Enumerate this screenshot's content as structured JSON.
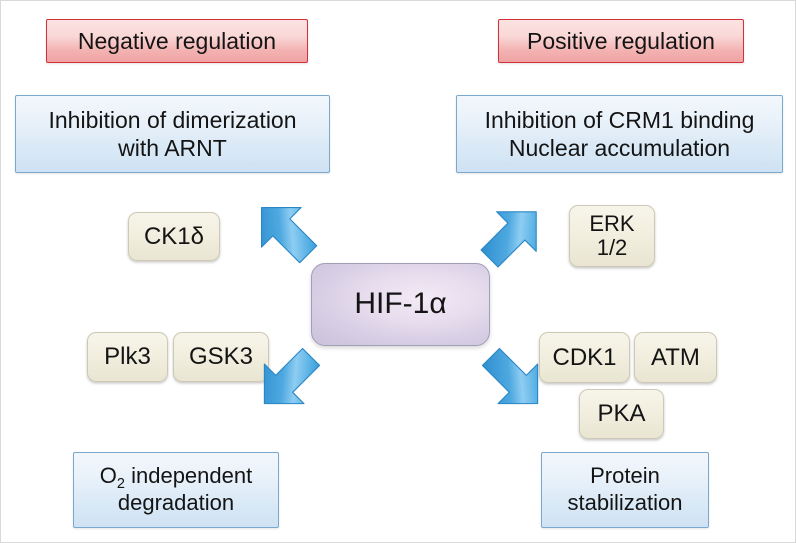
{
  "figure": {
    "center_node": {
      "label": "HIF-1α",
      "name": "hif-1-alpha-node"
    },
    "headers": [
      {
        "id": "negative",
        "label": "Negative regulation"
      },
      {
        "id": "positive",
        "label": "Positive regulation"
      }
    ],
    "outcomes": [
      {
        "id": "dimerization",
        "label": "Inhibition of dimerization\nwith ARNT"
      },
      {
        "id": "crm1",
        "label": "Inhibition of CRM1 binding\nNuclear accumulation"
      },
      {
        "id": "degradation",
        "label_pre": "O",
        "label_sub": "2",
        "label_post": " independent\ndegradation"
      },
      {
        "id": "stabilization",
        "label": "Protein\nstabilization"
      }
    ],
    "kinases": [
      {
        "id": "ck1d",
        "label": "CK1δ"
      },
      {
        "id": "plk3",
        "label": "Plk3"
      },
      {
        "id": "gsk3",
        "label": "GSK3"
      },
      {
        "id": "erk12",
        "label": "ERK\n1/2"
      },
      {
        "id": "cdk1",
        "label": "CDK1"
      },
      {
        "id": "atm",
        "label": "ATM"
      },
      {
        "id": "pka",
        "label": "PKA"
      }
    ],
    "arrows": [
      {
        "id": "up-left",
        "direction": "up-left",
        "from": "hif-1-alpha-node",
        "to": "dimerization"
      },
      {
        "id": "up-right",
        "direction": "up-right",
        "from": "hif-1-alpha-node",
        "to": "crm1"
      },
      {
        "id": "down-left",
        "direction": "down-left",
        "from": "hif-1-alpha-node",
        "to": "degradation"
      },
      {
        "id": "down-right",
        "direction": "down-right",
        "from": "hif-1-alpha-node",
        "to": "stabilization"
      }
    ],
    "colors": {
      "header_border": "#d3303a",
      "header_fill_top": "#fbe3e2",
      "header_fill_bottom": "#efa3a3",
      "outcome_border": "#7aa9cd",
      "outcome_fill_top": "#f2f7fc",
      "outcome_fill_bottom": "#cfe2f3",
      "kinase_fill": "#f2efe0",
      "kinase_border": "#cdc9b4",
      "center_fill": "#e0d6ea",
      "center_border": "#9f9fb6",
      "arrow_light": "#8ecdf2",
      "arrow_dark": "#2e8fd0",
      "page_background": "#ffffff"
    }
  }
}
